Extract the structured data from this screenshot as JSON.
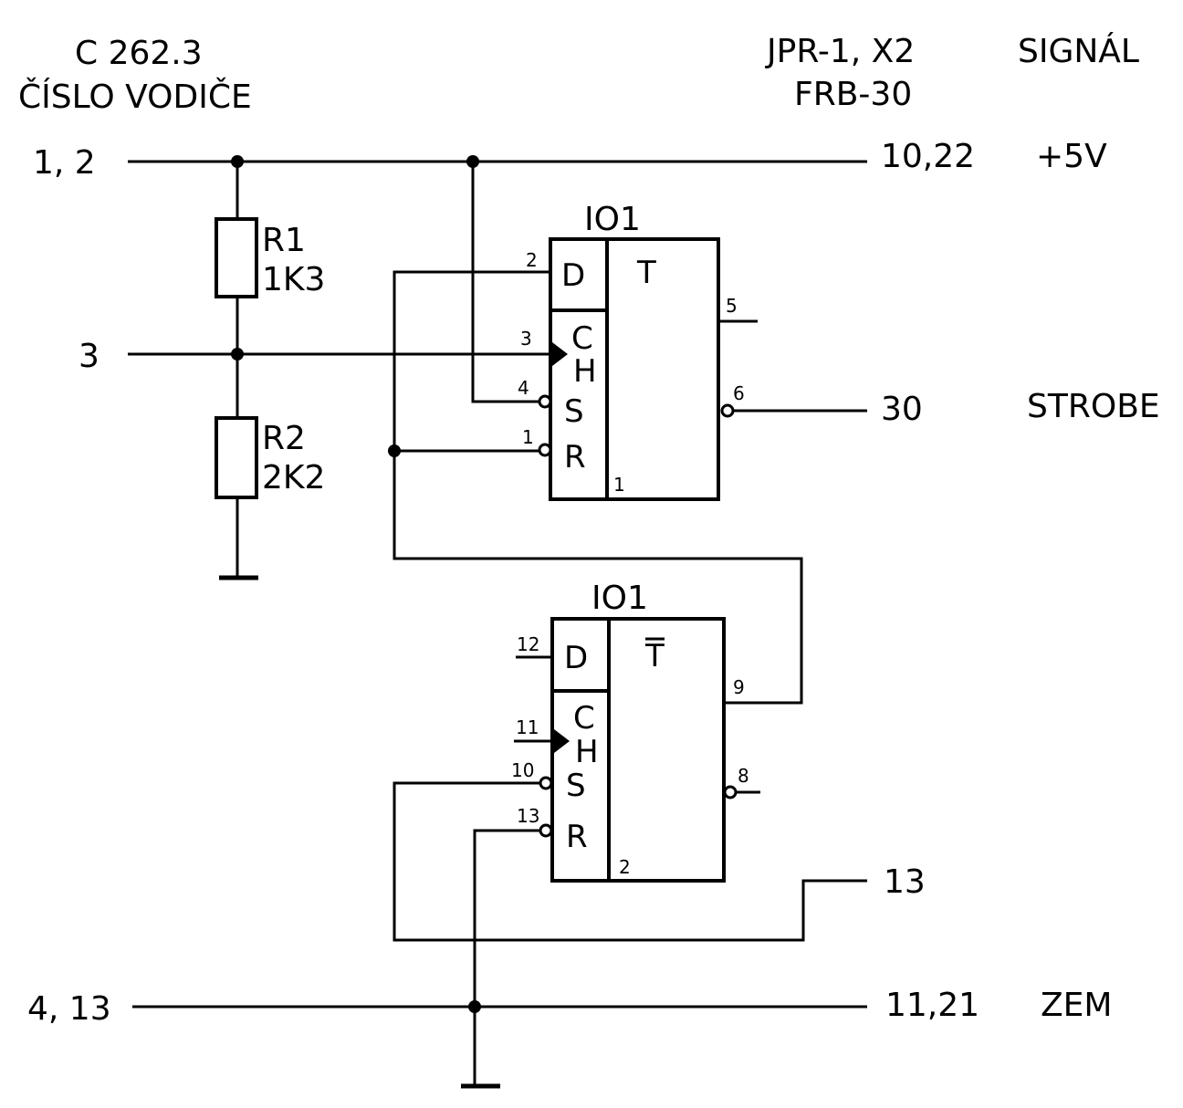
{
  "header": {
    "cable": "C 262.3",
    "wire_number": "ČÍSLO VODIČE",
    "connector": "JPR-1, X2",
    "connector_type": "FRB-30",
    "signal": "SIGNÁL"
  },
  "left_terminals": {
    "supply": "1, 2",
    "clock": "3",
    "ground": "4, 13"
  },
  "right_terminals": {
    "supply": "10,22",
    "strobe": "30",
    "aux": "13",
    "ground": "11,21"
  },
  "signals": {
    "supply": "+5V",
    "strobe": "STROBE",
    "ground": "ZEM"
  },
  "resistors": [
    {
      "name": "R1",
      "value": "1K3"
    },
    {
      "name": "R2",
      "value": "2K2"
    }
  ],
  "flipflops": [
    {
      "title": "IO1",
      "d": "D",
      "t": "T",
      "c": "C",
      "h": "H",
      "s": "S",
      "r": "R",
      "section": "1",
      "pins": {
        "d": "2",
        "c": "3",
        "s": "4",
        "r": "1",
        "q": "5",
        "qn": "6"
      }
    },
    {
      "title": "IO1",
      "d": "D",
      "t": "T",
      "c": "C",
      "h": "H",
      "s": "S",
      "r": "R",
      "section": "2",
      "pins": {
        "d": "12",
        "c": "11",
        "s": "10",
        "r": "13",
        "q": "9",
        "qn": "8"
      }
    }
  ]
}
